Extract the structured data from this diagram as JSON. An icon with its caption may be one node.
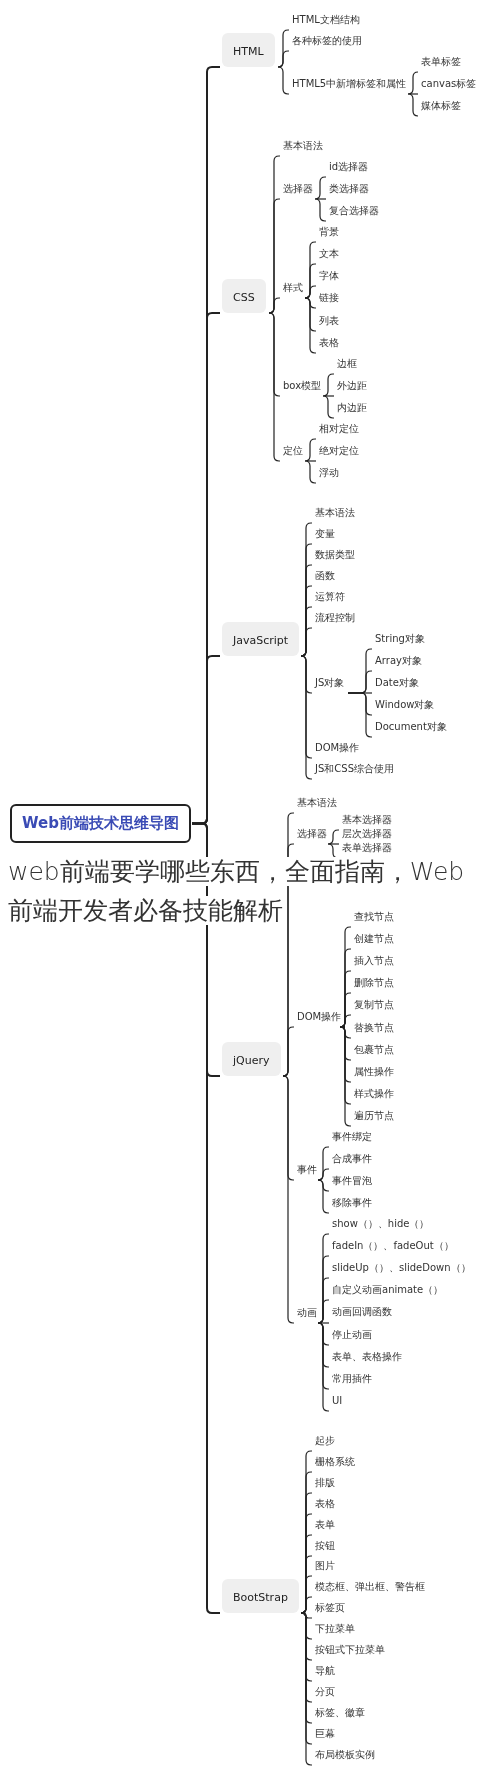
{
  "diagram": {
    "title": "web前端要学哪些东西，全面指南，Web前端开发者必备技能解析",
    "nodes": [
      {
        "text": [
          "Web前端技术思维导图"
        ]
      },
      {
        "text": [
          "HTML"
        ]
      },
      {
        "text": [
          "HTML文档结构"
        ]
      },
      {
        "text": [
          "各种标签的使用"
        ]
      },
      {
        "text": [
          "HTML5中新增标签和属性"
        ]
      },
      {
        "text": [
          "表单标签"
        ]
      },
      {
        "text": [
          "canvas标签"
        ]
      },
      {
        "text": [
          "媒体标签"
        ]
      },
      {
        "text": [
          "CSS"
        ]
      },
      {
        "text": [
          "基本语法"
        ]
      },
      {
        "text": [
          "选择器"
        ]
      },
      {
        "text": [
          "id选择器"
        ]
      },
      {
        "text": [
          "类选择器"
        ]
      },
      {
        "text": [
          "复合选择器"
        ]
      },
      {
        "text": [
          "样式"
        ]
      },
      {
        "text": [
          "背景"
        ]
      },
      {
        "text": [
          "文本"
        ]
      },
      {
        "text": [
          "字体"
        ]
      },
      {
        "text": [
          "链接"
        ]
      },
      {
        "text": [
          "列表"
        ]
      },
      {
        "text": [
          "表格"
        ]
      },
      {
        "text": [
          "box模型"
        ]
      },
      {
        "text": [
          "边框"
        ]
      },
      {
        "text": [
          "外边距"
        ]
      },
      {
        "text": [
          "内边距"
        ]
      },
      {
        "text": [
          "定位"
        ]
      },
      {
        "text": [
          "相对定位"
        ]
      },
      {
        "text": [
          "绝对定位"
        ]
      },
      {
        "text": [
          "浮动"
        ]
      },
      {
        "text": [
          "JavaScript"
        ]
      },
      {
        "text": [
          "基本语法"
        ]
      },
      {
        "text": [
          "变量"
        ]
      },
      {
        "text": [
          "数据类型"
        ]
      },
      {
        "text": [
          "函数"
        ]
      },
      {
        "text": [
          "运算符"
        ]
      },
      {
        "text": [
          "流程控制"
        ]
      },
      {
        "text": [
          "JS对象"
        ]
      },
      {
        "text": [
          "String对象"
        ]
      },
      {
        "text": [
          "Array对象"
        ]
      },
      {
        "text": [
          "Date对象"
        ]
      },
      {
        "text": [
          "Window对象"
        ]
      },
      {
        "text": [
          "Document对象"
        ]
      },
      {
        "text": [
          "DOM操作"
        ]
      },
      {
        "text": [
          "JS和CSS综合使用"
        ]
      },
      {
        "text": [
          "jQuery"
        ]
      },
      {
        "text": [
          "基本语法"
        ]
      },
      {
        "text": [
          "选择器"
        ]
      },
      {
        "text": [
          "基本选择器"
        ]
      },
      {
        "text": [
          "层次选择器"
        ]
      },
      {
        "text": [
          "表单选择器"
        ]
      },
      {
        "text": [
          "DOM操作"
        ]
      },
      {
        "text": [
          "查找节点"
        ]
      },
      {
        "text": [
          "创建节点"
        ]
      },
      {
        "text": [
          "插入节点"
        ]
      },
      {
        "text": [
          "删除节点"
        ]
      },
      {
        "text": [
          "复制节点"
        ]
      },
      {
        "text": [
          "替换节点"
        ]
      },
      {
        "text": [
          "包裹节点"
        ]
      },
      {
        "text": [
          "属性操作"
        ]
      },
      {
        "text": [
          "样式操作"
        ]
      },
      {
        "text": [
          "遍历节点"
        ]
      },
      {
        "text": [
          "事件"
        ]
      },
      {
        "text": [
          "事件绑定"
        ]
      },
      {
        "text": [
          "合成事件"
        ]
      },
      {
        "text": [
          "事件冒泡"
        ]
      },
      {
        "text": [
          "移除事件"
        ]
      },
      {
        "text": [
          "动画"
        ]
      },
      {
        "text": [
          "show（）、hide（）"
        ]
      },
      {
        "text": [
          "fadeIn（）、fadeOut（）"
        ]
      },
      {
        "text": [
          "slideUp（）、slideDown（）"
        ]
      },
      {
        "text": [
          "自定义动画animate（）"
        ]
      },
      {
        "text": [
          "动画回调函数"
        ]
      },
      {
        "text": [
          "停止动画"
        ]
      },
      {
        "text": [
          "表单、表格操作"
        ]
      },
      {
        "text": [
          "常用插件"
        ]
      },
      {
        "text": [
          "UI"
        ]
      },
      {
        "text": [
          "BootStrap"
        ]
      },
      {
        "text": [
          "起步"
        ]
      },
      {
        "text": [
          "栅格系统"
        ]
      },
      {
        "text": [
          "排版"
        ]
      },
      {
        "text": [
          "表格"
        ]
      },
      {
        "text": [
          "表单"
        ]
      },
      {
        "text": [
          "按钮"
        ]
      },
      {
        "text": [
          "图片"
        ]
      },
      {
        "text": [
          "模态框、弹出框、警告框"
        ]
      },
      {
        "text": [
          "标签页"
        ]
      },
      {
        "text": [
          "下拉菜单"
        ]
      },
      {
        "text": [
          "按钮式下拉菜单"
        ]
      },
      {
        "text": [
          "导航"
        ]
      },
      {
        "text": [
          "分页"
        ]
      },
      {
        "text": [
          "标签、徽章"
        ]
      },
      {
        "text": [
          "巨幕"
        ]
      },
      {
        "text": [
          "布局模板实例"
        ]
      }
    ],
    "edges": [
      {
        "from": 0,
        "to": 1,
        "arrow": "none"
      },
      {
        "from": 0,
        "to": 8,
        "arrow": "none"
      },
      {
        "from": 0,
        "to": 29,
        "arrow": "none"
      },
      {
        "from": 0,
        "to": 44,
        "arrow": "none"
      },
      {
        "from": 0,
        "to": 76,
        "arrow": "none"
      },
      {
        "from": 1,
        "to": 2,
        "arrow": "none"
      },
      {
        "from": 1,
        "to": 3,
        "arrow": "none"
      },
      {
        "from": 1,
        "to": 4,
        "arrow": "none"
      },
      {
        "from": 4,
        "to": 5,
        "arrow": "none"
      },
      {
        "from": 4,
        "to": 6,
        "arrow": "none"
      },
      {
        "from": 4,
        "to": 7,
        "arrow": "none"
      },
      {
        "from": 8,
        "to": 9,
        "arrow": "none"
      },
      {
        "from": 8,
        "to": 10,
        "arrow": "none"
      },
      {
        "from": 8,
        "to": 14,
        "arrow": "none"
      },
      {
        "from": 8,
        "to": 21,
        "arrow": "none"
      },
      {
        "from": 8,
        "to": 25,
        "arrow": "none"
      },
      {
        "from": 10,
        "to": 11,
        "arrow": "none"
      },
      {
        "from": 10,
        "to": 12,
        "arrow": "none"
      },
      {
        "from": 10,
        "to": 13,
        "arrow": "none"
      },
      {
        "from": 14,
        "to": 15,
        "arrow": "none"
      },
      {
        "from": 14,
        "to": 16,
        "arrow": "none"
      },
      {
        "from": 14,
        "to": 17,
        "arrow": "none"
      },
      {
        "from": 14,
        "to": 18,
        "arrow": "none"
      },
      {
        "from": 14,
        "to": 19,
        "arrow": "none"
      },
      {
        "from": 14,
        "to": 20,
        "arrow": "none"
      },
      {
        "from": 21,
        "to": 22,
        "arrow": "none"
      },
      {
        "from": 21,
        "to": 23,
        "arrow": "none"
      },
      {
        "from": 21,
        "to": 24,
        "arrow": "none"
      },
      {
        "from": 25,
        "to": 26,
        "arrow": "none"
      },
      {
        "from": 25,
        "to": 27,
        "arrow": "none"
      },
      {
        "from": 25,
        "to": 28,
        "arrow": "none"
      },
      {
        "from": 29,
        "to": 30,
        "arrow": "none"
      },
      {
        "from": 29,
        "to": 31,
        "arrow": "none"
      },
      {
        "from": 29,
        "to": 32,
        "arrow": "none"
      },
      {
        "from": 29,
        "to": 33,
        "arrow": "none"
      },
      {
        "from": 29,
        "to": 34,
        "arrow": "none"
      },
      {
        "from": 29,
        "to": 35,
        "arrow": "none"
      },
      {
        "from": 29,
        "to": 36,
        "arrow": "none"
      },
      {
        "from": 29,
        "to": 42,
        "arrow": "none"
      },
      {
        "from": 29,
        "to": 43,
        "arrow": "none"
      },
      {
        "from": 36,
        "to": 37,
        "arrow": "none"
      },
      {
        "from": 36,
        "to": 38,
        "arrow": "none"
      },
      {
        "from": 36,
        "to": 39,
        "arrow": "none"
      },
      {
        "from": 36,
        "to": 40,
        "arrow": "none"
      },
      {
        "from": 36,
        "to": 41,
        "arrow": "none"
      },
      {
        "from": 44,
        "to": 45,
        "arrow": "none"
      },
      {
        "from": 44,
        "to": 46,
        "arrow": "none"
      },
      {
        "from": 44,
        "to": 50,
        "arrow": "none"
      },
      {
        "from": 44,
        "to": 61,
        "arrow": "none"
      },
      {
        "from": 44,
        "to": 66,
        "arrow": "none"
      },
      {
        "from": 46,
        "to": 47,
        "arrow": "none"
      },
      {
        "from": 46,
        "to": 48,
        "arrow": "none"
      },
      {
        "from": 46,
        "to": 49,
        "arrow": "none"
      },
      {
        "from": 50,
        "to": 51,
        "arrow": "none"
      },
      {
        "from": 50,
        "to": 52,
        "arrow": "none"
      },
      {
        "from": 50,
        "to": 53,
        "arrow": "none"
      },
      {
        "from": 50,
        "to": 54,
        "arrow": "none"
      },
      {
        "from": 50,
        "to": 55,
        "arrow": "none"
      },
      {
        "from": 50,
        "to": 56,
        "arrow": "none"
      },
      {
        "from": 50,
        "to": 57,
        "arrow": "none"
      },
      {
        "from": 50,
        "to": 58,
        "arrow": "none"
      },
      {
        "from": 50,
        "to": 59,
        "arrow": "none"
      },
      {
        "from": 50,
        "to": 60,
        "arrow": "none"
      },
      {
        "from": 61,
        "to": 62,
        "arrow": "none"
      },
      {
        "from": 61,
        "to": 63,
        "arrow": "none"
      },
      {
        "from": 61,
        "to": 64,
        "arrow": "none"
      },
      {
        "from": 61,
        "to": 65,
        "arrow": "none"
      },
      {
        "from": 66,
        "to": 67,
        "arrow": "none"
      },
      {
        "from": 66,
        "to": 68,
        "arrow": "none"
      },
      {
        "from": 66,
        "to": 69,
        "arrow": "none"
      },
      {
        "from": 66,
        "to": 70,
        "arrow": "none"
      },
      {
        "from": 66,
        "to": 71,
        "arrow": "none"
      },
      {
        "from": 66,
        "to": 72,
        "arrow": "none"
      },
      {
        "from": 66,
        "to": 73,
        "arrow": "none"
      },
      {
        "from": 66,
        "to": 74,
        "arrow": "none"
      },
      {
        "from": 66,
        "to": 75,
        "arrow": "none"
      },
      {
        "from": 76,
        "to": 77,
        "arrow": "none"
      },
      {
        "from": 76,
        "to": 78,
        "arrow": "none"
      },
      {
        "from": 76,
        "to": 79,
        "arrow": "none"
      },
      {
        "from": 76,
        "to": 80,
        "arrow": "none"
      },
      {
        "from": 76,
        "to": 81,
        "arrow": "none"
      },
      {
        "from": 76,
        "to": 82,
        "arrow": "none"
      },
      {
        "from": 76,
        "to": 83,
        "arrow": "none"
      },
      {
        "from": 76,
        "to": 84,
        "arrow": "none"
      },
      {
        "from": 76,
        "to": 85,
        "arrow": "none"
      },
      {
        "from": 76,
        "to": 86,
        "arrow": "none"
      },
      {
        "from": 76,
        "to": 87,
        "arrow": "none"
      },
      {
        "from": 76,
        "to": 88,
        "arrow": "none"
      },
      {
        "from": 76,
        "to": 89,
        "arrow": "none"
      },
      {
        "from": 76,
        "to": 90,
        "arrow": "none"
      },
      {
        "from": 76,
        "to": 91,
        "arrow": "none"
      },
      {
        "from": 76,
        "to": 92,
        "arrow": "none"
      }
    ]
  }
}
